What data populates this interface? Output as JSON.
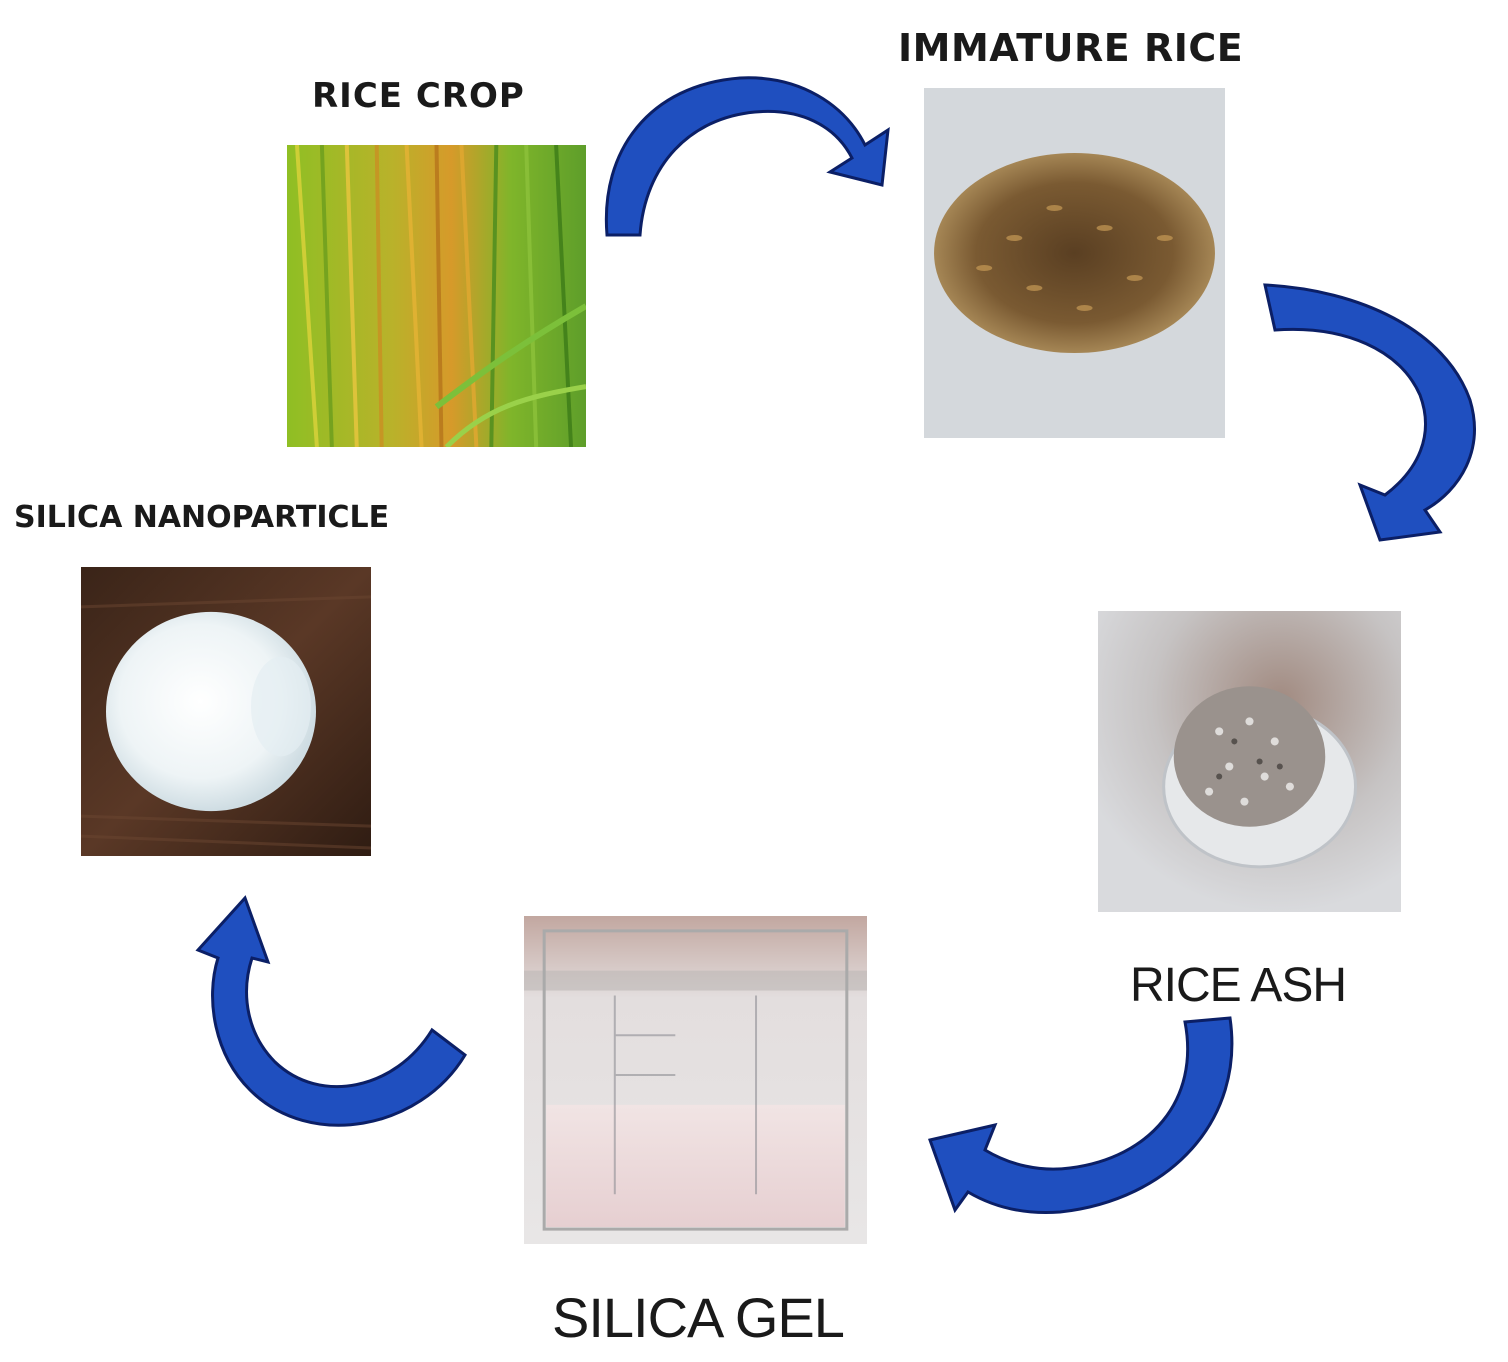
{
  "stages": [
    {
      "id": "crop",
      "label": "RICE CROP"
    },
    {
      "id": "imm",
      "label": "IMMATURE RICE"
    },
    {
      "id": "ash",
      "label": "RICE ASH"
    },
    {
      "id": "gel",
      "label": "SILICA GEL"
    },
    {
      "id": "nano",
      "label": "SILICA NANOPARTICLE"
    }
  ],
  "arrow_color": "#1f4fbf",
  "arrow_edge_color": "#0b1f66"
}
